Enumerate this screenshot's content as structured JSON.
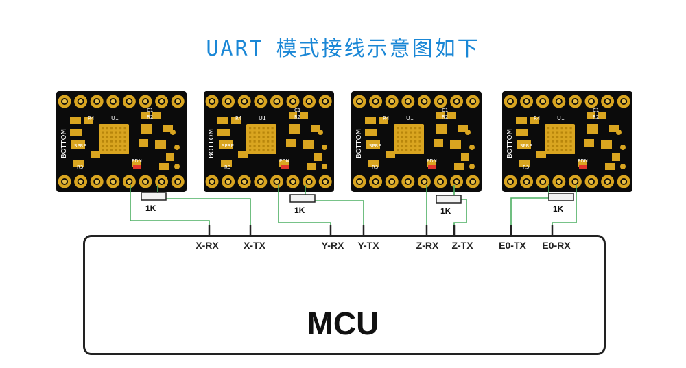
{
  "title": {
    "latin": "UART",
    "chinese": "模式接线示意图如下"
  },
  "colors": {
    "title": "#1a87d6",
    "wire": "#4caf62",
    "pad": "#d9a520",
    "board": "#0b0b0b",
    "led": "#e0352b"
  },
  "board_labels": {
    "chip": "U1",
    "bottom": "BOTTOM",
    "r4": "R4",
    "r3": "R3",
    "spre": "SPRE",
    "pdn": "PDN",
    "c1": "C1",
    "r2": "R2"
  },
  "resistor_label": "1K",
  "pins": [
    "X-RX",
    "X-TX",
    "Y-RX",
    "Y-TX",
    "Z-RX",
    "Z-TX",
    "E0-TX",
    "E0-RX"
  ],
  "mcu_label": "MCU"
}
